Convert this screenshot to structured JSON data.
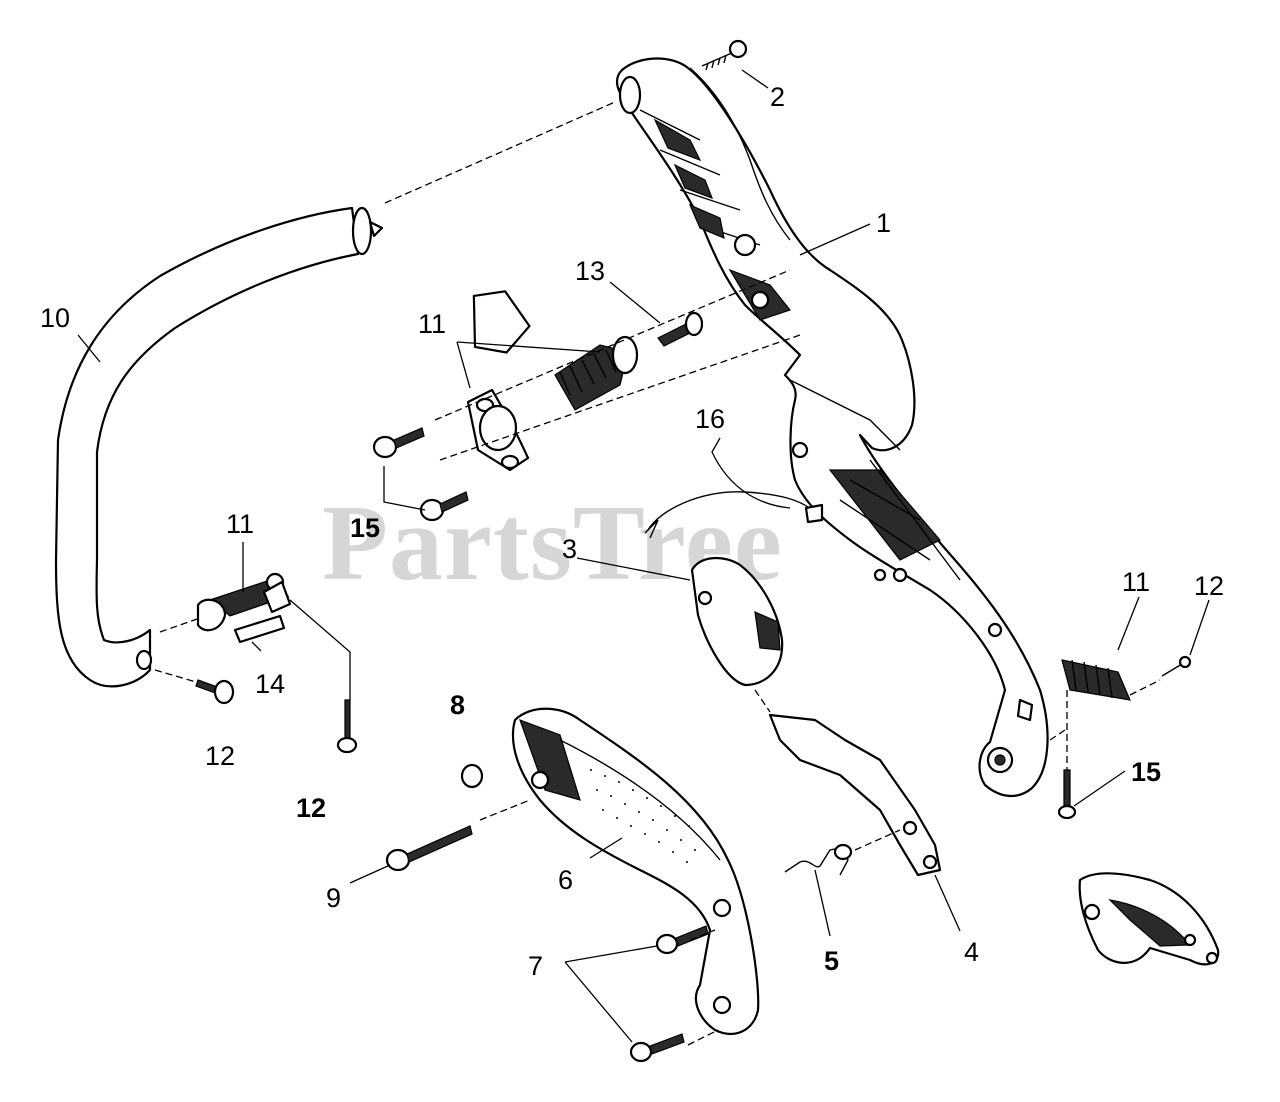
{
  "watermark": "PartsTree",
  "callouts": [
    {
      "label": "1",
      "bold": false
    },
    {
      "label": "2",
      "bold": false
    },
    {
      "label": "3",
      "bold": false
    },
    {
      "label": "4",
      "bold": false
    },
    {
      "label": "5",
      "bold": true
    },
    {
      "label": "6",
      "bold": false
    },
    {
      "label": "7",
      "bold": false
    },
    {
      "label": "8",
      "bold": true
    },
    {
      "label": "9",
      "bold": false
    },
    {
      "label": "10",
      "bold": false
    },
    {
      "label": "11",
      "bold": false
    },
    {
      "label": "11",
      "bold": false
    },
    {
      "label": "11",
      "bold": false
    },
    {
      "label": "12",
      "bold": false
    },
    {
      "label": "12",
      "bold": true
    },
    {
      "label": "12",
      "bold": false
    },
    {
      "label": "13",
      "bold": false
    },
    {
      "label": "14",
      "bold": false
    },
    {
      "label": "15",
      "bold": true
    },
    {
      "label": "15",
      "bold": true
    },
    {
      "label": "16",
      "bold": false
    }
  ]
}
